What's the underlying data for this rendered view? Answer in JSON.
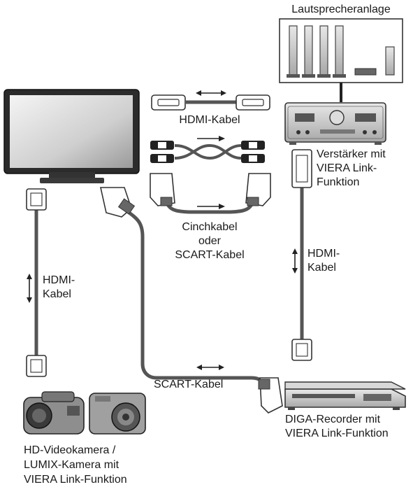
{
  "labels": {
    "speaker_system": "Lautsprecheranlage",
    "hdmi_cable_top": "HDMI-Kabel",
    "amplifier": [
      "Verstärker mit",
      "VIERA Link-",
      "Funktion"
    ],
    "av_cable": [
      "Cinchkabel",
      "oder",
      "SCART-Kabel"
    ],
    "hdmi_cable_right": [
      "HDMI-",
      "Kabel"
    ],
    "hdmi_cable_left": [
      "HDMI-",
      "Kabel"
    ],
    "scart_cable": "SCART-Kabel",
    "recorder": [
      "DIGA-Recorder mit",
      "VIERA Link-Funktion"
    ],
    "camera": [
      "HD-Videokamera /",
      "LUMIX-Kamera mit",
      "VIERA Link-Funktion"
    ]
  }
}
